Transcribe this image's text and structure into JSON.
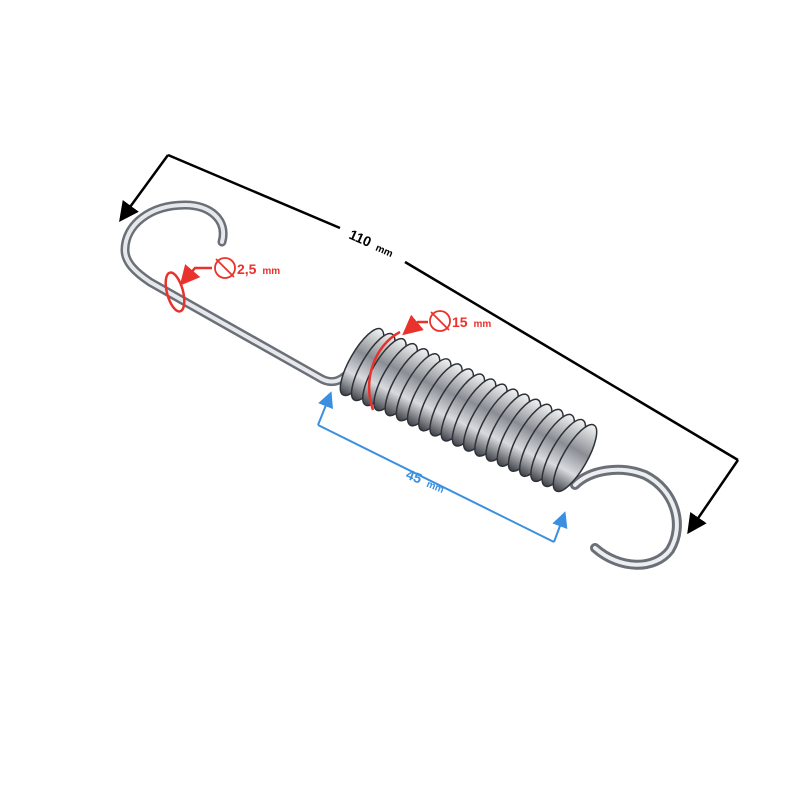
{
  "dimensions": {
    "overall_length": {
      "value": "110",
      "unit": "mm",
      "color": "#000000"
    },
    "wire_diameter": {
      "value": "2,5",
      "unit": "mm",
      "color": "#e8322b"
    },
    "coil_diameter": {
      "value": "15",
      "unit": "mm",
      "color": "#e8322b"
    },
    "body_length": {
      "value": "45",
      "unit": "mm",
      "color": "#3b8fe0"
    }
  }
}
